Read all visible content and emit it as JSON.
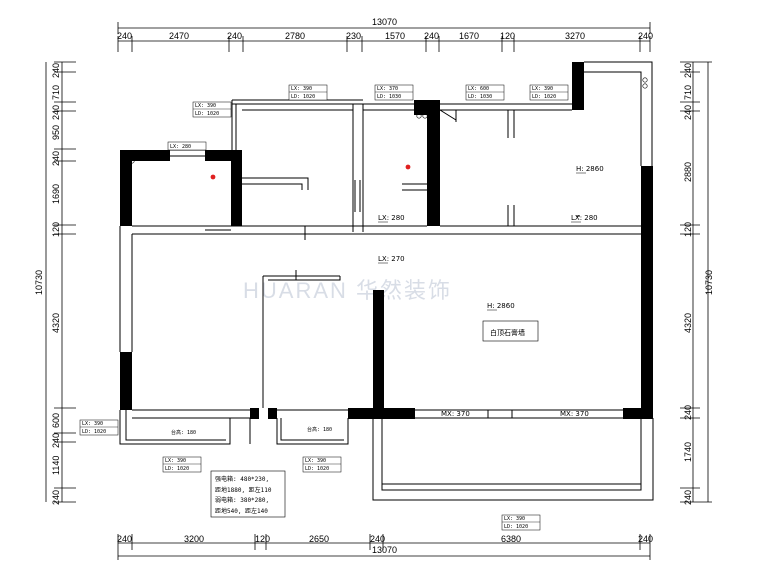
{
  "dimensions": {
    "top": {
      "total": "13070",
      "segments": [
        "240",
        "2470",
        "240",
        "2780",
        "230",
        "1570",
        "240",
        "1670",
        "120",
        "3270",
        "240"
      ]
    },
    "bottom": {
      "total": "13070",
      "segments": [
        "240",
        "3200",
        "120",
        "2650",
        "240",
        "6380",
        "240"
      ]
    },
    "left": {
      "total": "10730",
      "segments": [
        "240",
        "710",
        "240",
        "950",
        "240",
        "1690",
        "120",
        "4320",
        "600",
        "240",
        "1140",
        "240"
      ]
    },
    "right": {
      "total": "10730",
      "segments": [
        "240",
        "710",
        "240",
        "2880",
        "120",
        "4320",
        "240",
        "1740",
        "240"
      ]
    }
  },
  "tags": {
    "lx390": "LX: 390",
    "ld1020": "LD: 1020",
    "lx370": "LX: 370",
    "ld1030": "LD: 1030",
    "lx600": "LX: 600",
    "lx280": "LX: 280",
    "lx270": "LX: 270",
    "mx370": "MX: 370",
    "h2860": "H: 2860",
    "counter180": "台高: 180"
  },
  "labels": {
    "watermark": "HUARAN 华然装饰",
    "white_wall": "白顶石膏墙",
    "note": [
      "强电箱: 480*230,",
      "距地1880, 距左110",
      "弱电箱: 380*280,",
      "距地540, 距左140"
    ]
  }
}
